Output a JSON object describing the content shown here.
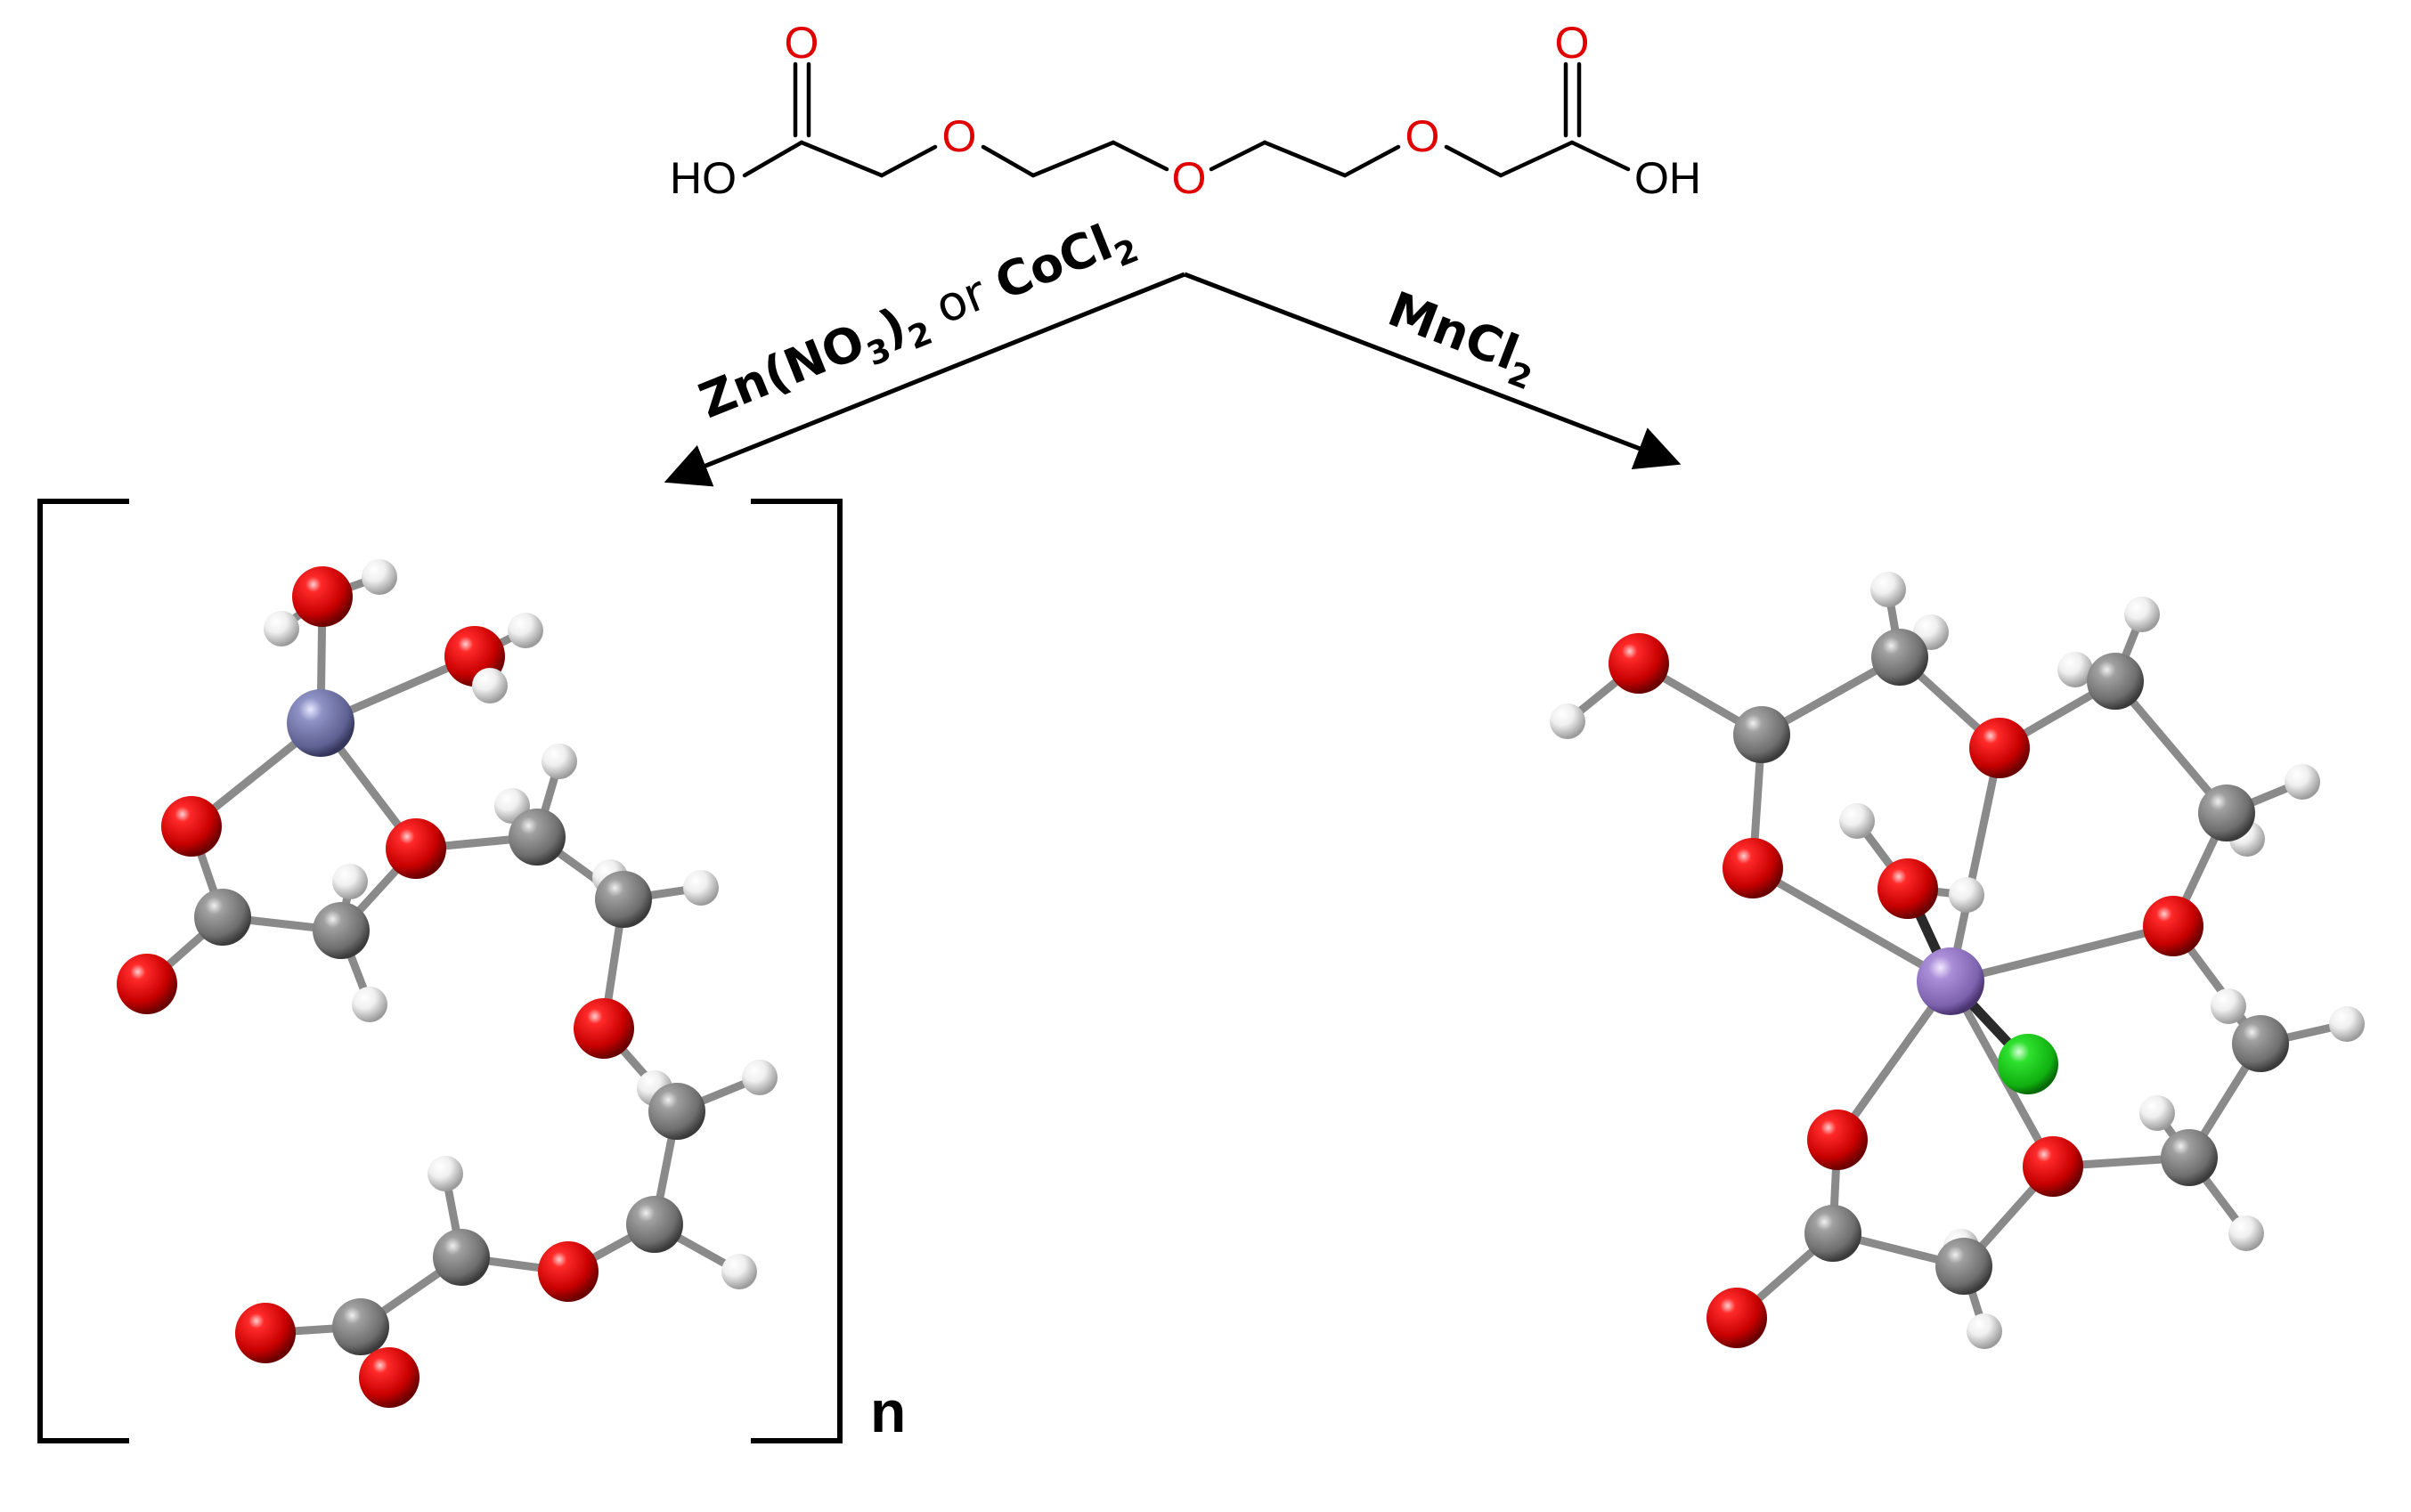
{
  "ligand": {
    "atoms": {
      "ho_left": "HO",
      "o_carbonyl_left": "O",
      "o_ether1": "O",
      "o_ether2": "O",
      "o_ether3": "O",
      "o_carbonyl_right": "O",
      "oh_right": "OH"
    }
  },
  "left_reaction": {
    "zn": "Zn(NO",
    "sub3": "3",
    "close": ")",
    "sub2a": "2",
    "or": " or ",
    "co": "CoCl",
    "sub2b": "2"
  },
  "right_reaction": {
    "mn": "MnCl",
    "sub2": "2"
  },
  "polymer_subscript": "n",
  "colors": {
    "oxygen": "#dd0000",
    "carbon": "#808080",
    "hydrogen": "#e8e8e8",
    "zinc": "#7d80b0",
    "manganese": "#9a7fc8",
    "chlorine": "#1fd01f",
    "bond": "#8a8a8a"
  }
}
